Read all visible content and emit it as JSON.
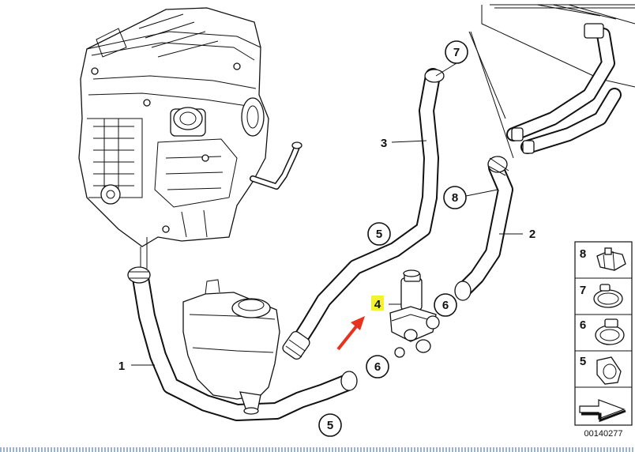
{
  "diagram": {
    "callouts": [
      {
        "id": "c7",
        "label": "7"
      },
      {
        "id": "c3",
        "label": "3"
      },
      {
        "id": "c8",
        "label": "8"
      },
      {
        "id": "c2",
        "label": "2"
      },
      {
        "id": "c5a",
        "label": "5"
      },
      {
        "id": "c6a",
        "label": "6"
      },
      {
        "id": "c4",
        "label": "4"
      },
      {
        "id": "c1",
        "label": "1"
      },
      {
        "id": "c6b",
        "label": "6"
      },
      {
        "id": "c5b",
        "label": "5"
      }
    ],
    "legend": [
      {
        "label": "8"
      },
      {
        "label": "7"
      },
      {
        "label": "6"
      },
      {
        "label": "5"
      }
    ],
    "catalog_number": "00140277",
    "highlight_color": "#f2f230",
    "arrow_color": "#e8321e"
  }
}
